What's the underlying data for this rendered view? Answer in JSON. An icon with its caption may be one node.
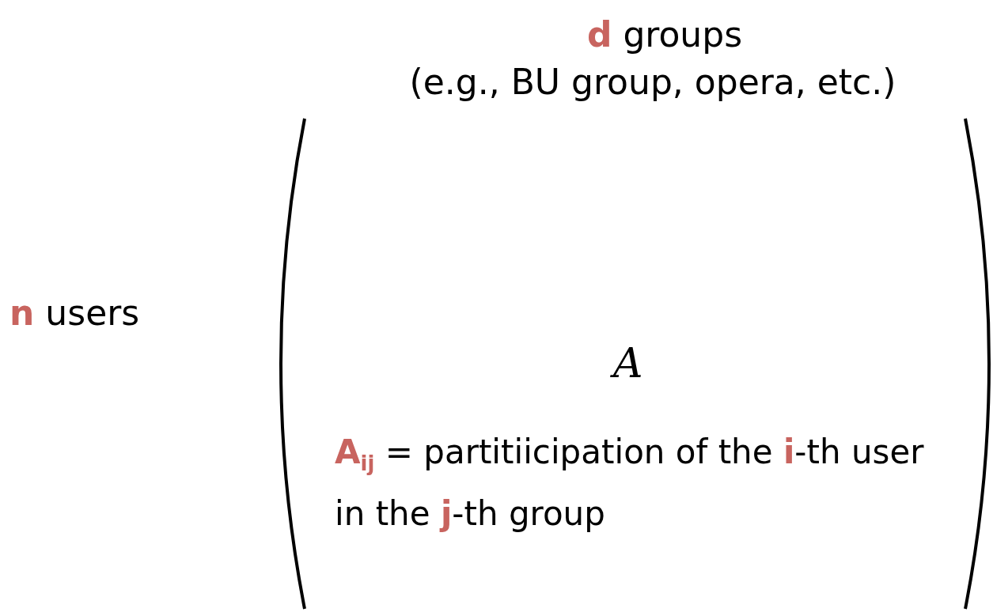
{
  "diagram": {
    "nodes": [
      {
        "text": [
          "A",
          "**A**$_{ij}$ = partitiicipation of the **i**-th user in the **j**-th group"
        ]
      }
    ],
    "edges": [],
    "labels": [
      "**d** groups",
      "(e.g., BU group, opera, etc.)",
      "**n** users"
    ]
  }
}
